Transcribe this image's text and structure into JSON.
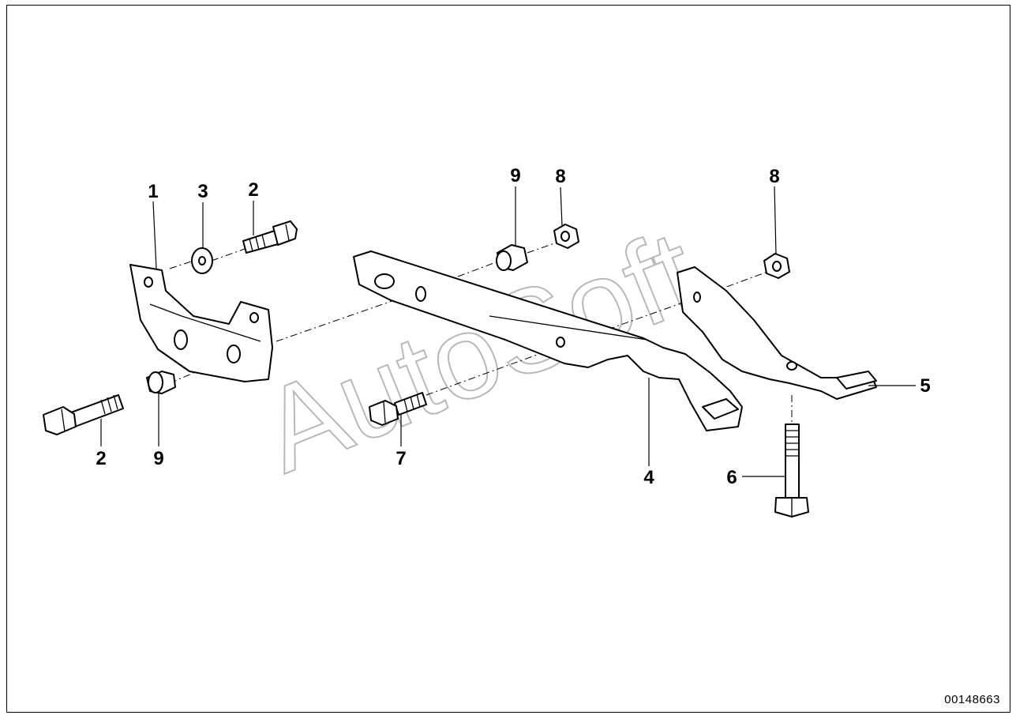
{
  "diagram": {
    "callouts": [
      {
        "id": "1",
        "text": "1"
      },
      {
        "id": "3",
        "text": "3"
      },
      {
        "id": "2a",
        "text": "2"
      },
      {
        "id": "2b",
        "text": "2"
      },
      {
        "id": "9a",
        "text": "9"
      },
      {
        "id": "9b",
        "text": "9"
      },
      {
        "id": "8a",
        "text": "8"
      },
      {
        "id": "8b",
        "text": "8"
      },
      {
        "id": "7",
        "text": "7"
      },
      {
        "id": "4",
        "text": "4"
      },
      {
        "id": "5",
        "text": "5"
      },
      {
        "id": "6",
        "text": "6"
      }
    ],
    "watermark": "AutoSoft",
    "document_number": "00148663"
  }
}
